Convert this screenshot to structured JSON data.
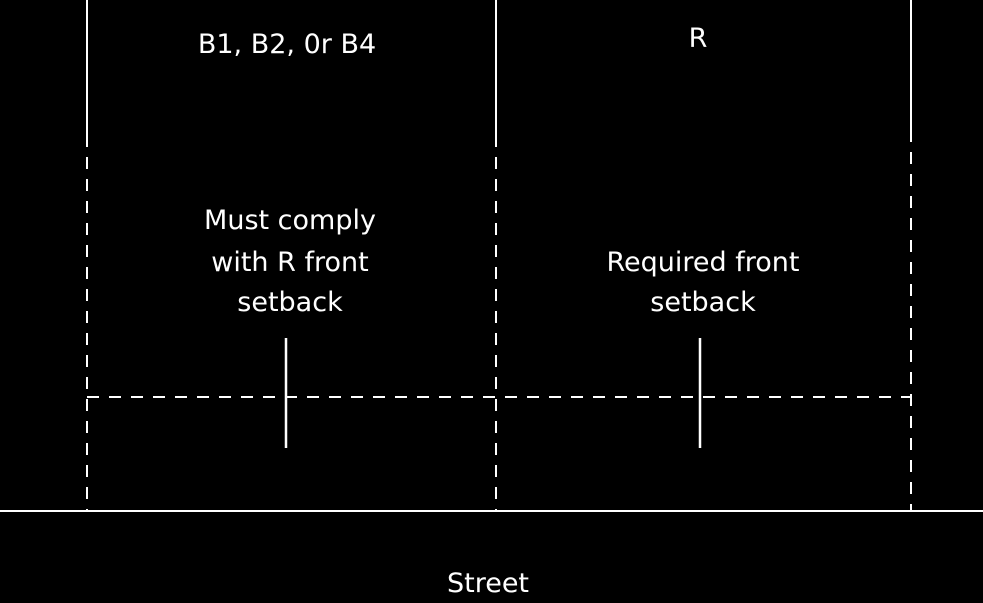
{
  "zones": {
    "left": {
      "label": "B1, B2, 0r B4"
    },
    "right": {
      "label": "R"
    }
  },
  "notes": {
    "left": [
      "Must comply",
      "with R front",
      "setback"
    ],
    "right": [
      "Required front",
      "setback"
    ]
  },
  "street": {
    "label": "Street"
  },
  "colors": {
    "background": "#000000",
    "line": "#ffffff",
    "text": "#ffffff"
  }
}
